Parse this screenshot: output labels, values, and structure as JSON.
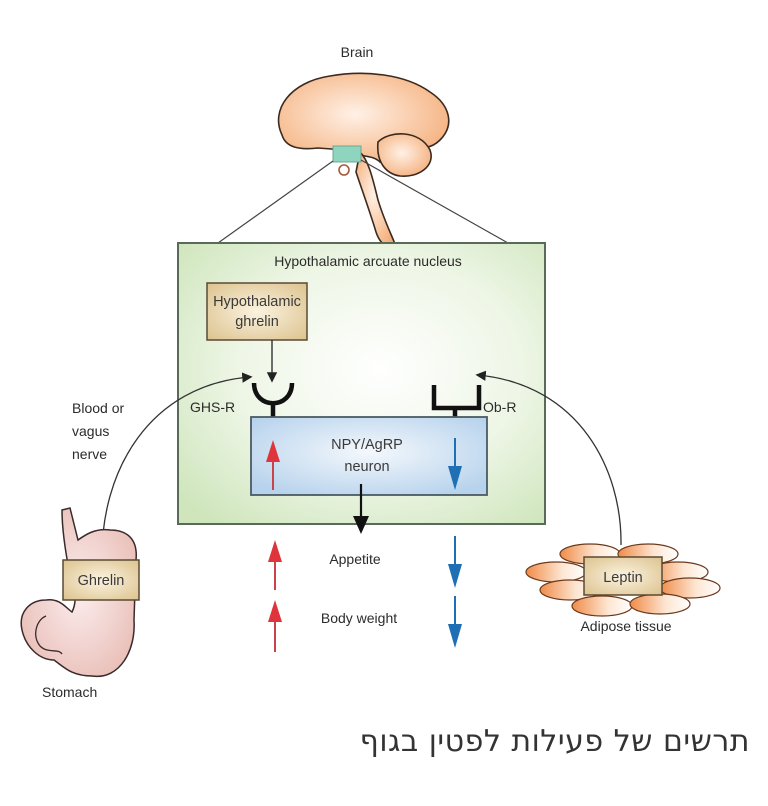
{
  "diagram": {
    "brain_label": "Brain",
    "nucleus_label": "Hypothalamic arcuate nucleus",
    "hypothalamic_ghrelin": [
      "Hypothalamic",
      "ghrelin"
    ],
    "ghs_receptor": "GHS-R",
    "ob_receptor": "Ob-R",
    "neuron_label": [
      "NPY/AgRP",
      "neuron"
    ],
    "pathway_label": [
      "Blood or",
      "vagus",
      "nerve"
    ],
    "ghrelin_label": "Ghrelin",
    "stomach_label": "Stomach",
    "leptin_label": "Leptin",
    "adipose_label": "Adipose tissue",
    "outcomes": [
      "Appetite",
      "Body weight"
    ],
    "effects": {
      "ghrelin": "increase",
      "leptin": "decrease"
    },
    "colors": {
      "nucleus_fill": "#d8ecc8",
      "neuron_fill": "#c6dcef",
      "hormone_box": "#e8d5a8",
      "brain": "#f6b98a",
      "stomach": "#f0c9c4",
      "adipose": "#f2a46e",
      "increase_arrow": "#e0343c",
      "decrease_arrow": "#1f6fb4",
      "hypothalamus_marker": "#8fd4be"
    }
  },
  "caption": "תרשים של פעילות לפטין בגוף"
}
